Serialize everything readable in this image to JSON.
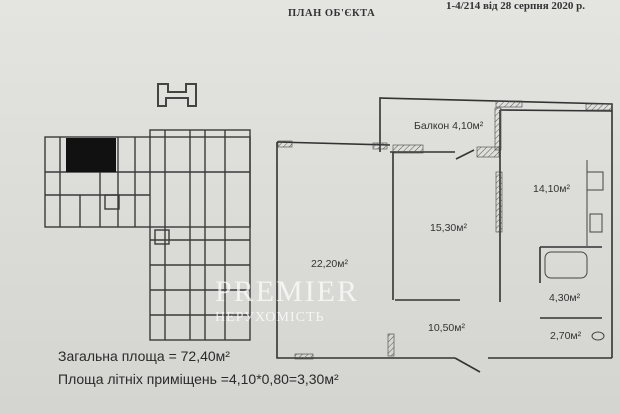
{
  "header": {
    "title": "ПЛАН ОБ'ЄКТА",
    "reference": "1-4/214 від 28 серпня 2020 р."
  },
  "rooms": [
    {
      "name": "Балкон",
      "area": "Балкон 4,10м²"
    },
    {
      "area": "14,10м²"
    },
    {
      "area": "15,30м²"
    },
    {
      "area": "22,20м²"
    },
    {
      "area": "4,30м²"
    },
    {
      "area": "10,50м²"
    },
    {
      "area": "2,70м²"
    }
  ],
  "summary": {
    "total_area": "Загальна площа  = 72,40м²",
    "summer_area": "Площа літніх приміщень =4,10*0,80=3,30м²"
  },
  "watermark": {
    "brand": "PREMIER",
    "subtitle": "НЕРУХОМІСТЬ"
  }
}
